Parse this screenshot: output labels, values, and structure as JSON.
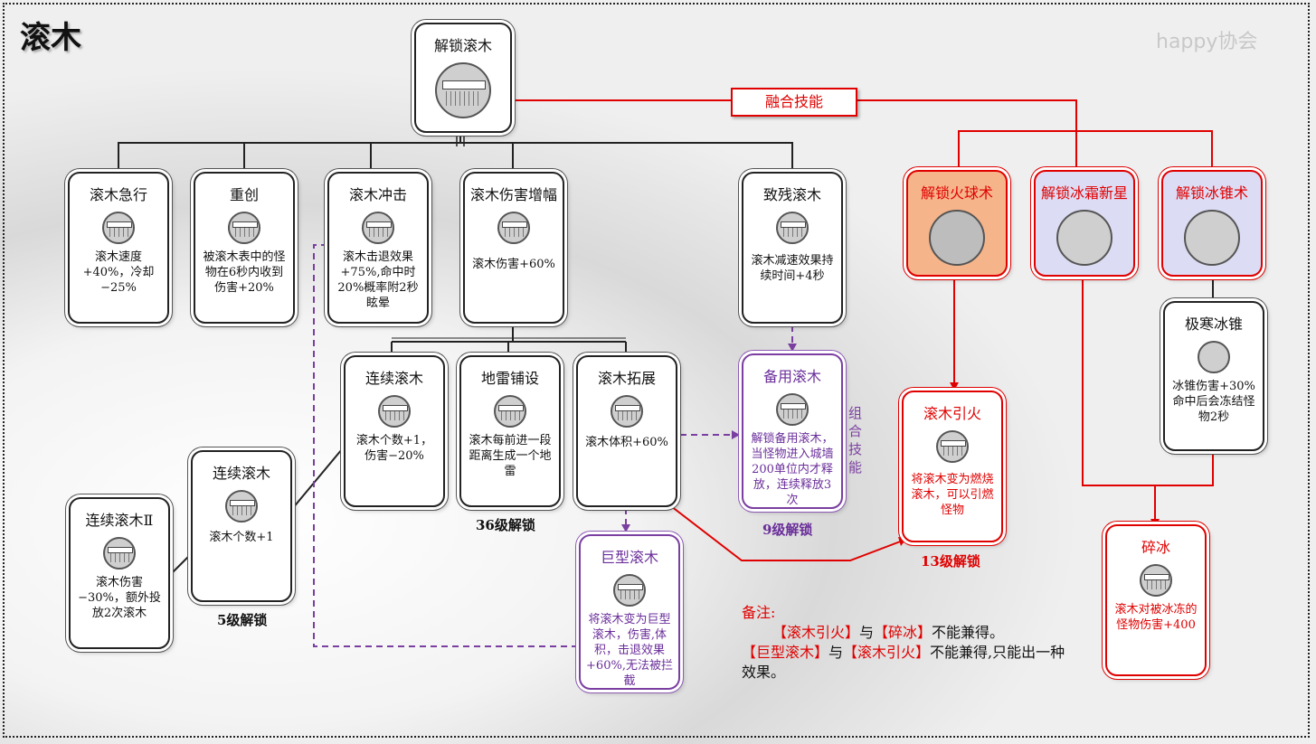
{
  "page": {
    "title": "滚木",
    "watermark": "happy协会"
  },
  "merge_label": "融合技能",
  "combo_label": "组合技能",
  "nodes": {
    "unlock": {
      "title": "解锁滚木"
    },
    "rush": {
      "title": "滚木急行",
      "desc": "滚木速度+40%，冷却−25%"
    },
    "heavy": {
      "title": "重创",
      "desc": "被滚木表中的怪物在6秒内收到伤害+20%"
    },
    "impact": {
      "title": "滚木冲击",
      "desc": "滚木击退效果+75%,命中时20%概率附2秒眩晕"
    },
    "damage": {
      "title": "滚木伤害增幅",
      "desc": "滚木伤害+60%"
    },
    "cripple": {
      "title": "致残滚木",
      "desc": "滚木减速效果持续时间+4秒"
    },
    "chain_a": {
      "title": "连续滚木",
      "desc": "滚木个数+1，伤害−20%"
    },
    "mine": {
      "title": "地雷铺设",
      "desc": "滚木每前进一段距离生成一个地雷"
    },
    "expand": {
      "title": "滚木拓展",
      "desc": "滚木体积+60%"
    },
    "spare": {
      "title": "备用滚木",
      "desc": "解锁备用滚木，当怪物进入城墙200单位内才释放，连续释放3次"
    },
    "chain_b": {
      "title": "连续滚木",
      "desc": "滚木个数+1"
    },
    "chain_2": {
      "title": "连续滚木Ⅱ",
      "desc": "滚木伤害−30%，额外投放2次滚木"
    },
    "giant": {
      "title": "巨型滚木",
      "desc": "将滚木变为巨型滚木，伤害,体积，击退效果+60%,无法被拦截"
    },
    "fireball": {
      "title": "解锁火球术"
    },
    "frost_nova": {
      "title": "解锁冰霜新星"
    },
    "ice_cone": {
      "title": "解锁冰锥术"
    },
    "ignite": {
      "title": "滚木引火",
      "desc": "将滚木变为燃烧滚木，可以引燃怪物"
    },
    "extreme_cone": {
      "title": "极寒冰锥",
      "desc": "冰锥伤害+30%命中后会冻结怪物2秒"
    },
    "shatter": {
      "title": "碎冰",
      "desc": "滚木对被冰冻的怪物伤害+400"
    }
  },
  "unlock_labels": {
    "lv36": "36级解锁",
    "lv9": "9级解锁",
    "lv5": "5级解锁",
    "lv13": "13级解锁"
  },
  "note": {
    "heading": "备注:",
    "line1_a": "【滚木引火】",
    "line1_b": "与",
    "line1_c": "【碎冰】",
    "line1_d": "不能兼得。",
    "line2_a": "【巨型滚木】",
    "line2_b": "与",
    "line2_c": "【滚木引火】",
    "line2_d": "不能兼得,只能出一种效果。"
  },
  "colors": {
    "red": "#e00000",
    "purple": "#7a3fa0",
    "fire_bg": "#f5b48a",
    "frost_bg": "#dcdcf4"
  }
}
